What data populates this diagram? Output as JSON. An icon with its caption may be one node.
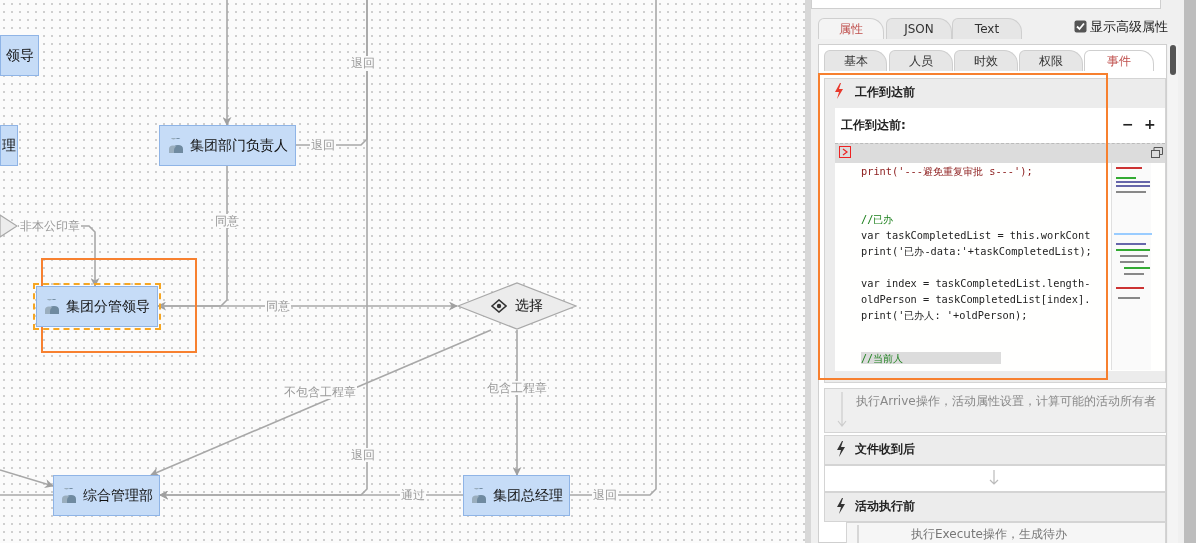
{
  "diagram": {
    "nodes": [
      {
        "text": [
          "领导"
        ]
      },
      {
        "text": [
          "理"
        ]
      },
      {
        "text": [
          "集团部门负责人"
        ]
      },
      {
        "text": [],
        "shape": "diamond"
      },
      {
        "text": [
          "集团分管领导"
        ]
      },
      {
        "text": [
          "选择"
        ]
      },
      {
        "text": [
          "综合管理部"
        ]
      },
      {
        "text": [
          "集团总经理"
        ]
      }
    ],
    "edges": [
      {
        "from": null,
        "to": 2,
        "arrow": "to"
      },
      {
        "from": 2,
        "to": null,
        "arrow": "none",
        "label": "退回"
      },
      {
        "from": 2,
        "to": 4,
        "arrow": "to",
        "label": "同意"
      },
      {
        "from": 3,
        "to": 4,
        "arrow": "to",
        "label": "非本公印章"
      },
      {
        "from": 4,
        "to": 5,
        "arrow": "to",
        "label": "同意"
      },
      {
        "from": 5,
        "to": 6,
        "arrow": "to",
        "label": "不包含工程章"
      },
      {
        "from": 5,
        "to": 7,
        "arrow": "to",
        "label": "包含工程章"
      },
      {
        "from": 7,
        "to": 6,
        "arrow": "to",
        "label": "通过"
      },
      {
        "from": 7,
        "to": null,
        "arrow": "none",
        "label": "退回"
      },
      {
        "from": 6,
        "to": null,
        "arrow": "none"
      },
      {
        "from": null,
        "to": 6,
        "arrow": "to"
      },
      {
        "from": null,
        "to": 6,
        "arrow": "to",
        "label": "退回"
      }
    ],
    "labels": [
      "退回",
      "属性",
      "JSON",
      "Text",
      "显示高级属性",
      "基本",
      "人员",
      "时效",
      "权限",
      "事件",
      "工作到达前",
      "工作到达前:",
      "−",
      "+",
      "print('---避免重复审批 s---');",
      "//已办",
      "var taskCompletedList = this.workCont",
      "print('已办-data:'+taskCompletedList);",
      "var index = taskCompletedList.length-",
      "oldPerson = taskCompletedList[index].",
      "print('已办人: '+oldPerson);",
      "//当前人",
      "执行Arrive操作，活动属性设置，计算可能的活动所有者",
      "文件收到后",
      "活动执行前",
      "执行Execute操作，生成待办"
    ]
  }
}
